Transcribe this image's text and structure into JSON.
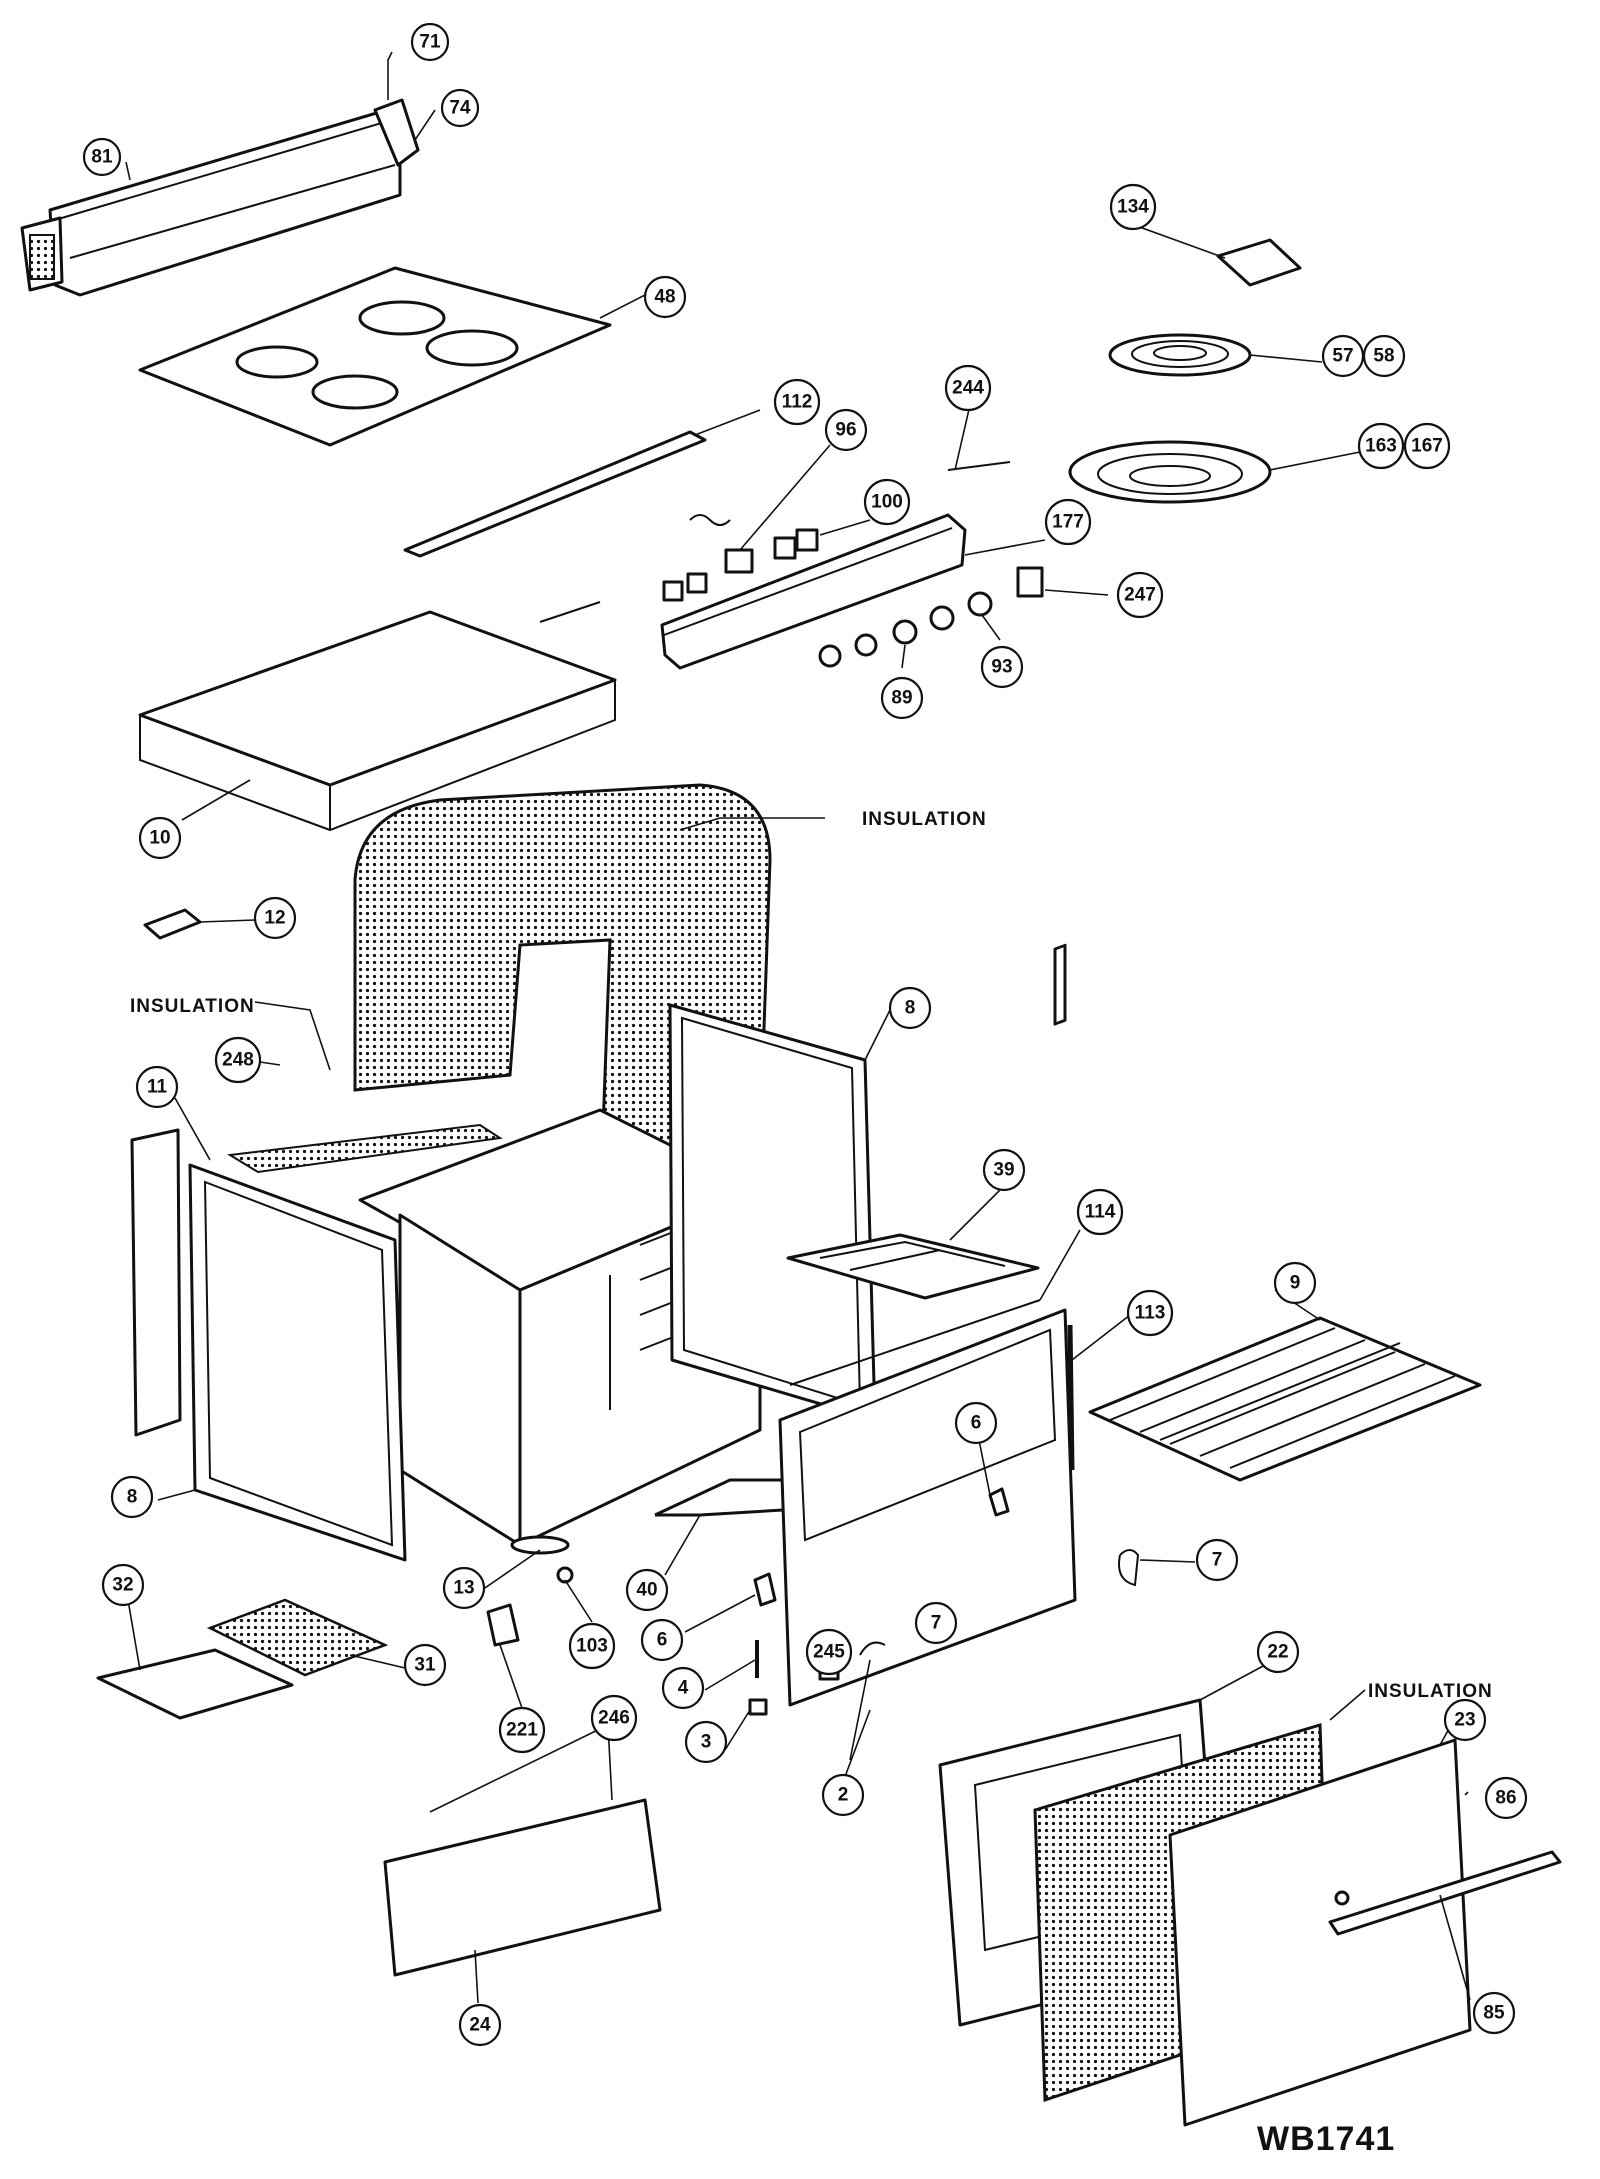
{
  "drawing_code": "WB1741",
  "text_labels": [
    "INSULATION",
    "INSULATION",
    "INSULATION"
  ],
  "callouts": [
    "71",
    "74",
    "81",
    "134",
    "48",
    "57",
    "58",
    "163",
    "167",
    "244",
    "112",
    "96",
    "100",
    "177",
    "247",
    "89",
    "93",
    "10",
    "12",
    "11",
    "248",
    "8",
    "39",
    "114",
    "113",
    "9",
    "6",
    "7",
    "8",
    "13",
    "40",
    "103",
    "6",
    "32",
    "31",
    "221",
    "4",
    "3",
    "245",
    "7",
    "2",
    "22",
    "23",
    "86",
    "246",
    "24",
    "85"
  ],
  "icons": [
    "stove-parts-exploded-view"
  ]
}
